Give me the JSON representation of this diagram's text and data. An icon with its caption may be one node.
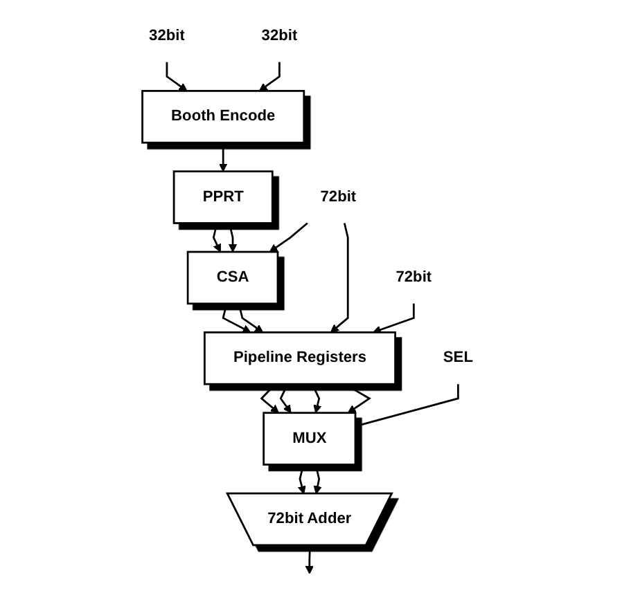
{
  "diagram": {
    "nodes": [
      {
        "text": [
          "32bit"
        ]
      },
      {
        "text": [
          "32bit"
        ]
      },
      {
        "text": [
          "72bit"
        ]
      },
      {
        "text": [
          "72bit"
        ]
      },
      {
        "text": [
          "Booth Encode"
        ]
      },
      {
        "text": [
          "PPRT"
        ]
      },
      {
        "text": [
          "CSA"
        ]
      },
      {
        "text": [
          "Pipeline Registers"
        ]
      },
      {
        "text": [
          "SEL"
        ]
      },
      {
        "text": [
          "MUX"
        ]
      },
      {
        "text": [
          "72bit Adder"
        ]
      }
    ],
    "edges": [
      {
        "from": 0,
        "to": 4,
        "arrow": "to"
      },
      {
        "from": 1,
        "to": 4,
        "arrow": "to"
      },
      {
        "from": 4,
        "to": 5,
        "arrow": "to"
      },
      {
        "from": 5,
        "to": 6,
        "arrow": "to"
      },
      {
        "from": 5,
        "to": 6,
        "arrow": "to"
      },
      {
        "from": 2,
        "to": 6,
        "arrow": "to"
      },
      {
        "from": 6,
        "to": 7,
        "arrow": "to"
      },
      {
        "from": 6,
        "to": 7,
        "arrow": "to"
      },
      {
        "from": 2,
        "to": 7,
        "arrow": "to"
      },
      {
        "from": 3,
        "to": 7,
        "arrow": "to"
      },
      {
        "from": 7,
        "to": 9,
        "arrow": "to"
      },
      {
        "from": 7,
        "to": 9,
        "arrow": "to"
      },
      {
        "from": 7,
        "to": 9,
        "arrow": "to"
      },
      {
        "from": 7,
        "to": 9,
        "arrow": "to"
      },
      {
        "from": 8,
        "to": 9,
        "arrow": "none"
      },
      {
        "from": 9,
        "to": 10,
        "arrow": "to"
      },
      {
        "from": 9,
        "to": 10,
        "arrow": "to"
      },
      {
        "from": 10,
        "to": null,
        "arrow": "to"
      }
    ]
  }
}
